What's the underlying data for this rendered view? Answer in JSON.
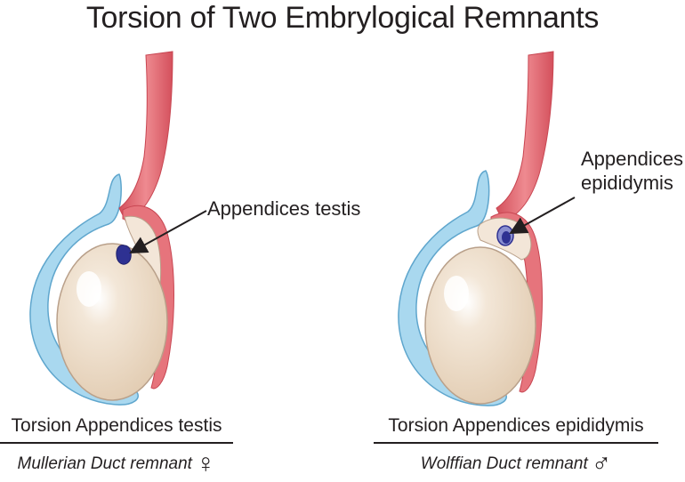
{
  "title": "Torsion of Two Embrylogical Remnants",
  "left": {
    "label": "Appendices testis",
    "caption": "Torsion Appendices testis",
    "subcaption": "Mullerian Duct remnant",
    "symbol": "♀"
  },
  "right": {
    "label_line1": "Appendices",
    "label_line2": "epididymis",
    "caption": "Torsion Appendices epididymis",
    "subcaption": "Wolffian Duct remnant",
    "symbol": "♂"
  },
  "colors": {
    "tunica": "#a9d8ef",
    "tunica_stroke": "#5fa6cd",
    "cord": "#e6747c",
    "cord_dark": "#c84652",
    "testis": "#ead6bf",
    "testis_stroke": "#b9a08a",
    "epididymis": "#f3e6d8",
    "appendix": "#2e3192"
  }
}
